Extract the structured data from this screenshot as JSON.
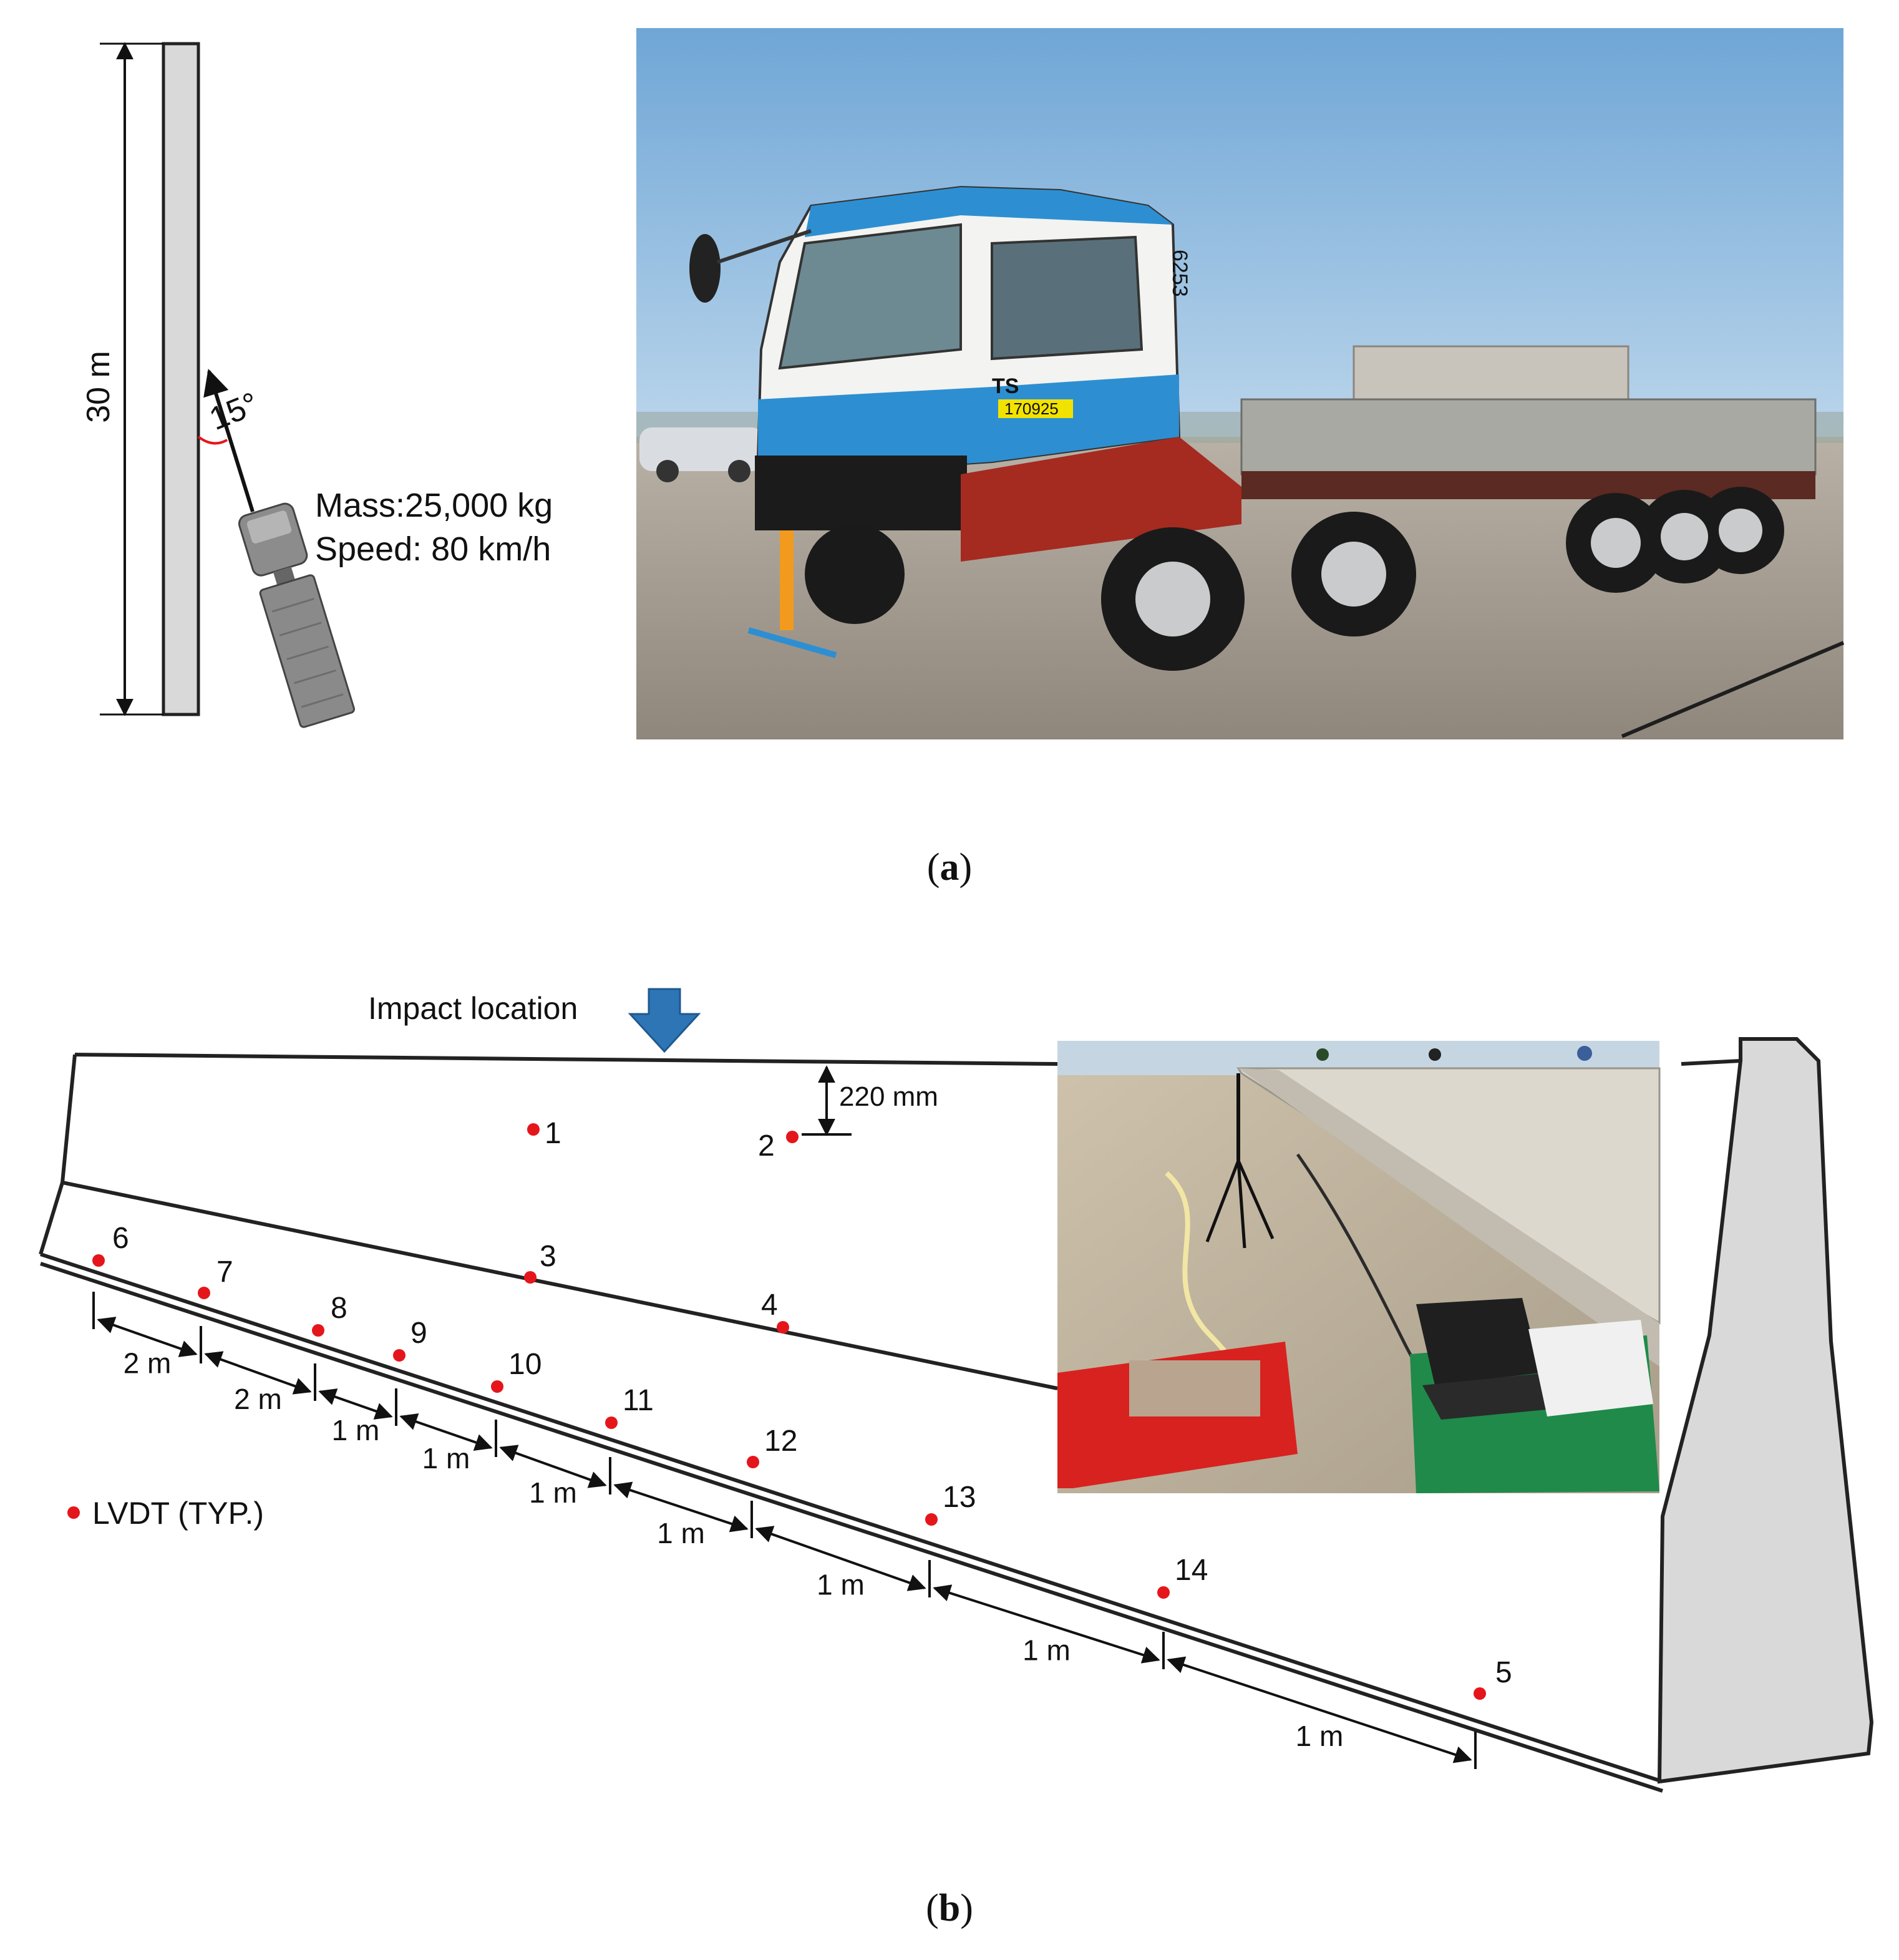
{
  "panel_a": {
    "caption_open": "(",
    "caption_letter": "a",
    "caption_close": ")",
    "height_label": "30 m",
    "angle_label": "15°",
    "mass_label": "Mass:25,000 kg",
    "speed_label": "Speed: 80 km/h",
    "photo": {
      "cab_plate": "170925",
      "cab_logo": "TS",
      "cab_number": "6253"
    }
  },
  "panel_b": {
    "caption_open": "(",
    "caption_letter": "b",
    "caption_close": ")",
    "impact_label": "Impact location",
    "offset_label": "220 mm",
    "legend_label": "LVDT (TYP.)",
    "sensor_labels": [
      "1",
      "2",
      "3",
      "4",
      "5",
      "6",
      "7",
      "8",
      "9",
      "10",
      "11",
      "12",
      "13",
      "14"
    ],
    "spacing_labels": [
      "2 m",
      "2 m",
      "1 m",
      "1 m",
      "1 m",
      "1 m",
      "1 m",
      "1 m",
      "1 m"
    ]
  },
  "colors": {
    "sensor_dot": "#e5161b",
    "impact_arrow": "#2e75b6",
    "barrier_fill": "#d9d9d9",
    "outline": "#222222"
  }
}
